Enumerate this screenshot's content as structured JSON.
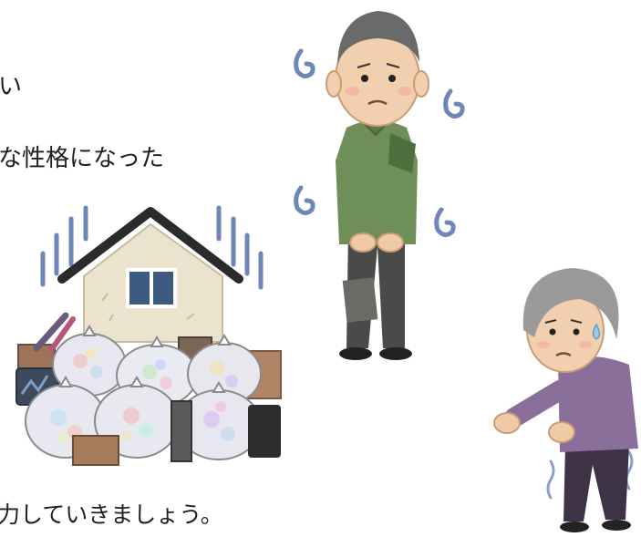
{
  "text_lines": [
    "い",
    "な性格になった",
    "力していきましょう。"
  ],
  "illustrations": {
    "house": "house-with-garbage-bags-illustration",
    "man": "worried-elderly-man-illustration",
    "woman": "worried-elderly-woman-illustration"
  },
  "colors": {
    "text": "#1f1f1f",
    "background": "#ffffff",
    "swirl": "#6f86b8",
    "shirt_green": "#6e8f57",
    "sweater_purple": "#8a6f9b"
  }
}
